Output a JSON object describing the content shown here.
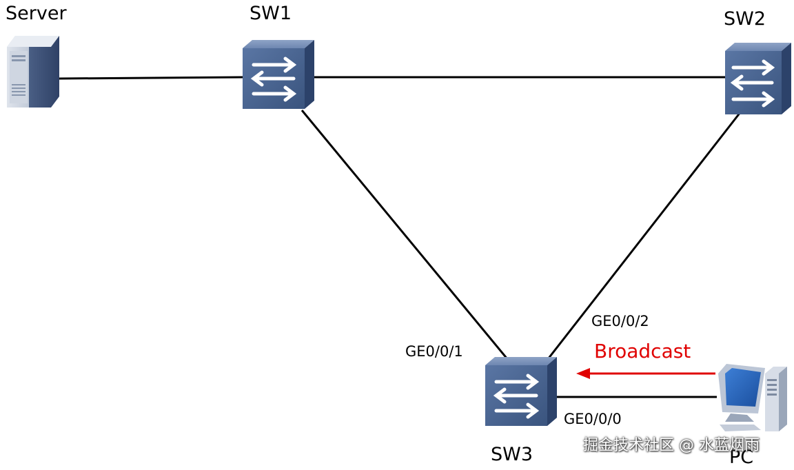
{
  "diagram": {
    "nodes": {
      "server": {
        "label": "Server",
        "icon": "server-icon"
      },
      "sw1": {
        "label": "SW1",
        "icon": "switch-icon"
      },
      "sw2": {
        "label": "SW2",
        "icon": "switch-icon"
      },
      "sw3": {
        "label": "SW3",
        "icon": "switch-icon"
      },
      "pc": {
        "label": "PC",
        "icon": "pc-icon"
      }
    },
    "links": [
      {
        "from": "Server",
        "to": "SW1"
      },
      {
        "from": "SW1",
        "to": "SW2"
      },
      {
        "from": "SW1",
        "to": "SW3"
      },
      {
        "from": "SW2",
        "to": "SW3"
      },
      {
        "from": "SW3",
        "to": "PC"
      }
    ],
    "ports": {
      "sw3_ge001": "GE0/0/1",
      "sw3_ge002": "GE0/0/2",
      "sw3_ge000": "GE0/0/0"
    },
    "broadcast": {
      "label": "Broadcast",
      "direction": "PC to SW3"
    },
    "watermark": "掘金技术社区 @ 水蓝烟雨"
  },
  "colors": {
    "background": "#ffffff",
    "link": "#000000",
    "broadcast": "#e00000",
    "switch_top": "#6e87b1",
    "switch_front": "#3f5a85",
    "switch_side": "#2c426a",
    "server_body": "#7b8ca8",
    "pc_body": "#a9b4c6"
  }
}
